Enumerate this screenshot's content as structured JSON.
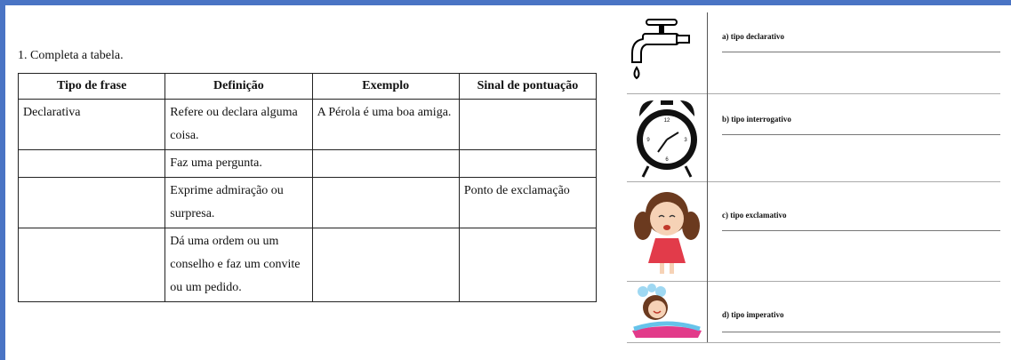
{
  "instruction": "1. Completa a tabela.",
  "table": {
    "headers": [
      "Tipo de frase",
      "Definição",
      "Exemplo",
      "Sinal de pontuação"
    ],
    "rows": [
      {
        "tipo": "Declarativa",
        "definicao": [
          "Refere ou declara alguma",
          "coisa."
        ],
        "exemplo": "A Pérola é uma boa amiga.",
        "sinal": ""
      },
      {
        "tipo": "",
        "definicao": [
          "Faz uma pergunta."
        ],
        "exemplo": "",
        "sinal": ""
      },
      {
        "tipo": "",
        "definicao": [
          "Exprime admiração ou",
          "surpresa."
        ],
        "exemplo": "",
        "sinal": "Ponto de exclamação"
      },
      {
        "tipo": "",
        "definicao": [
          "Dá uma ordem ou um",
          "conselho e faz um convite",
          "ou um pedido."
        ],
        "exemplo": "",
        "sinal": ""
      }
    ]
  },
  "side": [
    {
      "label": "a) tipo declarativo",
      "icon": "tap-icon"
    },
    {
      "label": "b) tipo interrogativo",
      "icon": "alarm-clock-icon"
    },
    {
      "label": "c) tipo exclamativo",
      "icon": "girl-icon"
    },
    {
      "label": "d) tipo imperativo",
      "icon": "girl-bathing-icon"
    }
  ],
  "colors": {
    "frame": "#4a74c4"
  }
}
